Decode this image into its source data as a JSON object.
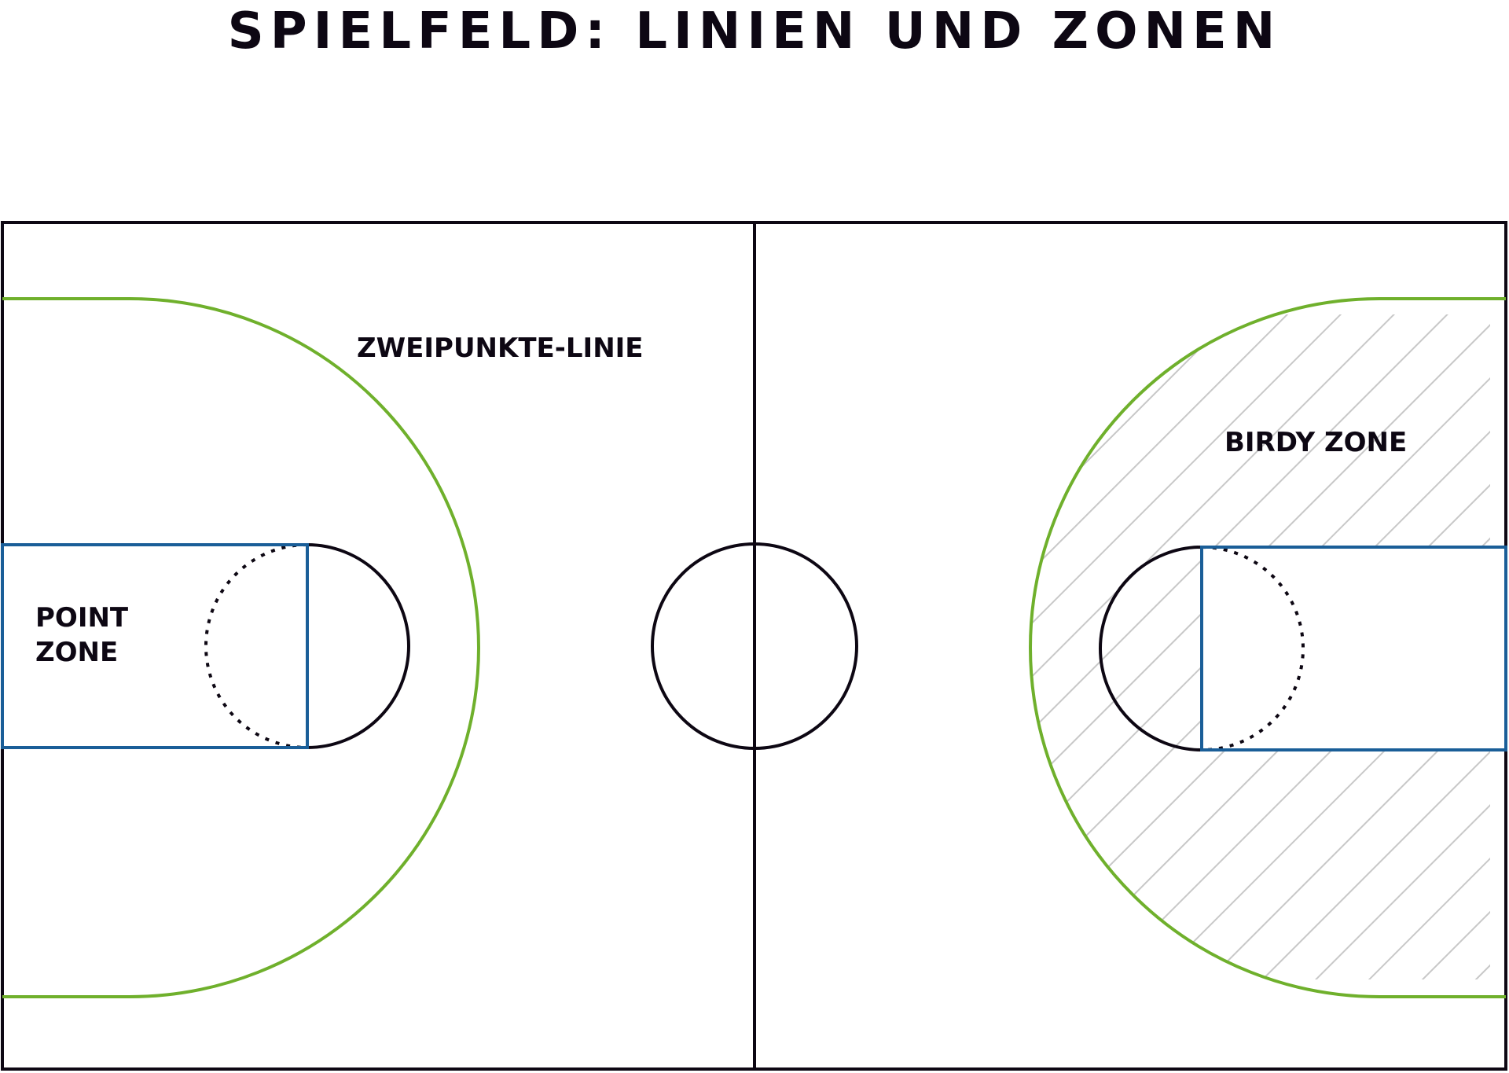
{
  "title": "SPIELFELD: LINIEN UND ZONEN",
  "labels": {
    "two_point_line": "ZWEIPUNKTE-LINIE",
    "point_zone_line1": "POINT",
    "point_zone_line2": "ZONE",
    "birdy_zone": "BIRDY ZONE"
  },
  "colors": {
    "court_lines": "#0d0713",
    "two_point_line": "#6fb02c",
    "zones": "#1a5e98",
    "hatch": "#c8c8c8",
    "background": "#ffffff"
  }
}
